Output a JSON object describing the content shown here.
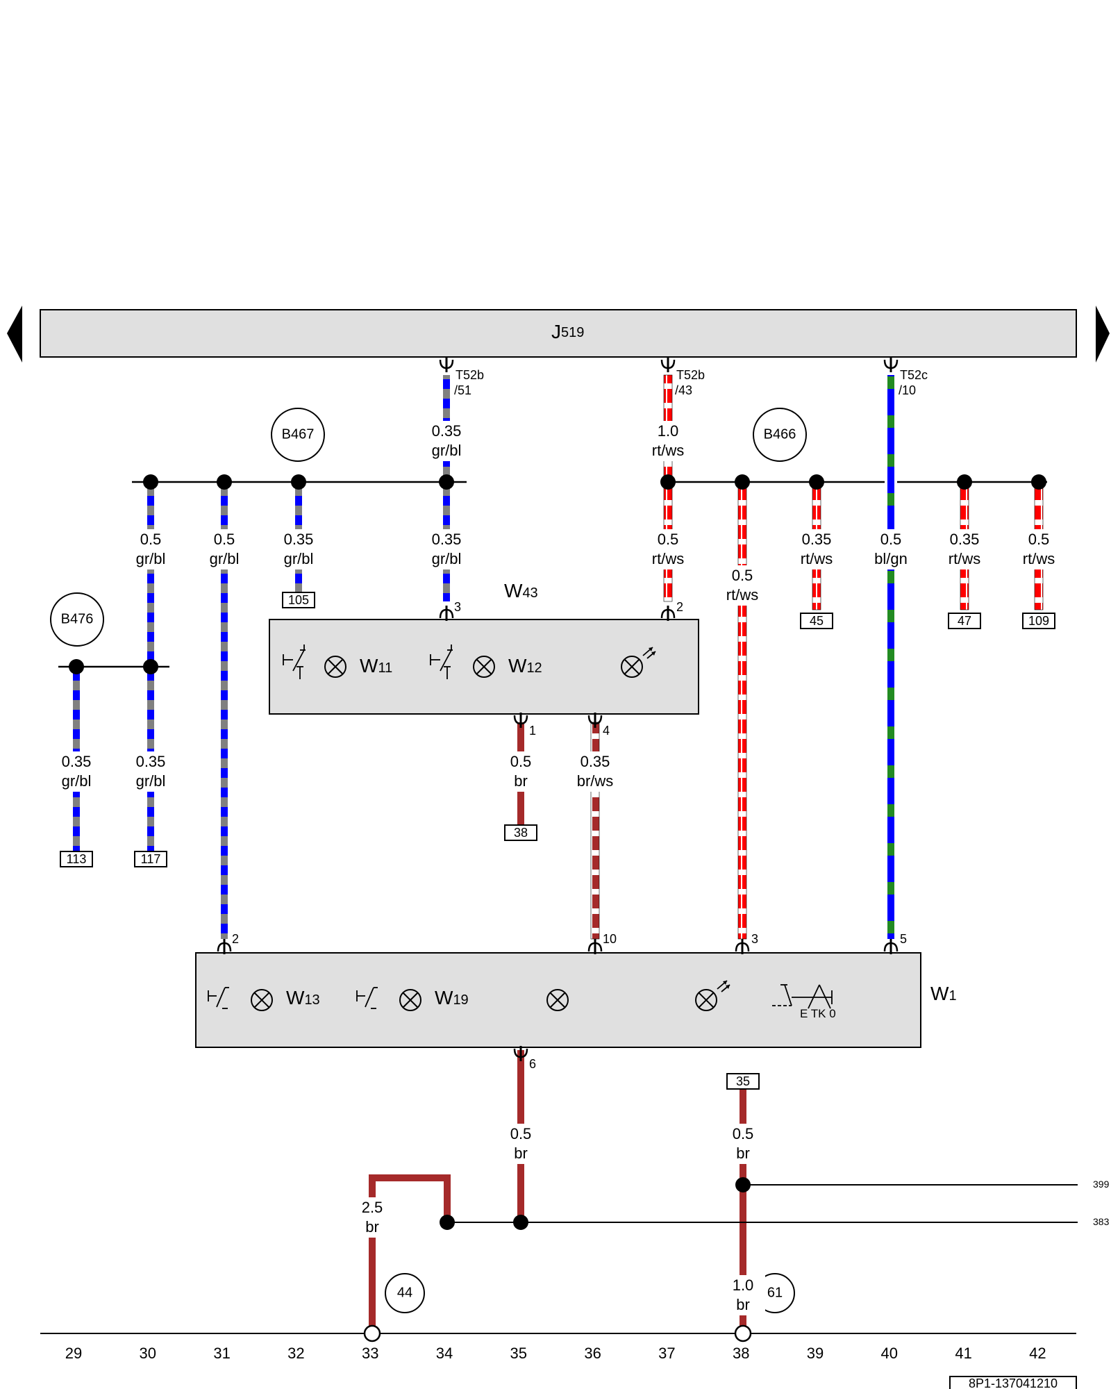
{
  "modules": {
    "j519": {
      "name": "J",
      "sub": "519"
    },
    "w43": {
      "name": "W",
      "sub": "43"
    },
    "w1": {
      "name": "W",
      "sub": "1"
    }
  },
  "lamps": {
    "w11": {
      "name": "W",
      "sub": "11"
    },
    "w12": {
      "name": "W",
      "sub": "12"
    },
    "w13": {
      "name": "W",
      "sub": "13"
    },
    "w19": {
      "name": "W",
      "sub": "19"
    }
  },
  "etk_label": "E TK 0",
  "connectors": {
    "t52b_51": {
      "line1": "T52b",
      "line2": "/51"
    },
    "t52b_43": {
      "line1": "T52b",
      "line2": "/43"
    },
    "t52c_10": {
      "line1": "T52c",
      "line2": "/10"
    }
  },
  "splices": {
    "b467": "B467",
    "b466": "B466",
    "b476": "B476"
  },
  "grounds": {
    "g44": "44",
    "g61": "61"
  },
  "pins": {
    "w43_3": "3",
    "w43_2": "2",
    "w43_1": "1",
    "w43_4": "4",
    "w1_2": "2",
    "w1_10": "10",
    "w1_3": "3",
    "w1_5": "5",
    "w1_6": "6"
  },
  "wires": {
    "w_j519_gr": {
      "size": "0.35",
      "color": "gr/bl"
    },
    "w_j519_rt": {
      "size": "1.0",
      "color": "rt/ws"
    },
    "w_b467_30": {
      "size": "0.5",
      "color": "gr/bl"
    },
    "w_b467_31": {
      "size": "0.5",
      "color": "gr/bl"
    },
    "w_b467_32": {
      "size": "0.35",
      "color": "gr/bl"
    },
    "w_b467_34": {
      "size": "0.35",
      "color": "gr/bl"
    },
    "w_b466_37": {
      "size": "0.5",
      "color": "rt/ws"
    },
    "w_b466_38": {
      "size": "0.5",
      "color": "rt/ws"
    },
    "w_b466_39": {
      "size": "0.35",
      "color": "rt/ws"
    },
    "w_b466_40": {
      "size": "0.5",
      "color": "bl/gn"
    },
    "w_b466_41": {
      "size": "0.35",
      "color": "rt/ws"
    },
    "w_b466_42": {
      "size": "0.5",
      "color": "rt/ws"
    },
    "w_b476_29": {
      "size": "0.35",
      "color": "gr/bl"
    },
    "w_b476_30": {
      "size": "0.35",
      "color": "gr/bl"
    },
    "w_w43_1": {
      "size": "0.5",
      "color": "br"
    },
    "w_w43_4": {
      "size": "0.35",
      "color": "br/ws"
    },
    "w_w1_6": {
      "size": "0.5",
      "color": "br"
    },
    "w_38_35": {
      "size": "0.5",
      "color": "br"
    },
    "w_33": {
      "size": "2.5",
      "color": "br"
    },
    "w_38_gnd": {
      "size": "1.0",
      "color": "br"
    }
  },
  "refs": {
    "r105": "105",
    "r45": "45",
    "r47": "47",
    "r109": "109",
    "r113": "113",
    "r117": "117",
    "r38": "38",
    "r35": "35"
  },
  "side_refs": {
    "r399": "399",
    "r383": "383"
  },
  "columns": [
    "29",
    "30",
    "31",
    "32",
    "33",
    "34",
    "35",
    "36",
    "37",
    "38",
    "39",
    "40",
    "41",
    "42"
  ],
  "doc_id": "8P1-137041210",
  "colors": {
    "gr": "#808080",
    "bl": "#0000ff",
    "rt": "#ff0000",
    "ws": "#ffffff",
    "gn": "#228b22",
    "br": "#a52a2a",
    "box": "#e0e0e0"
  }
}
